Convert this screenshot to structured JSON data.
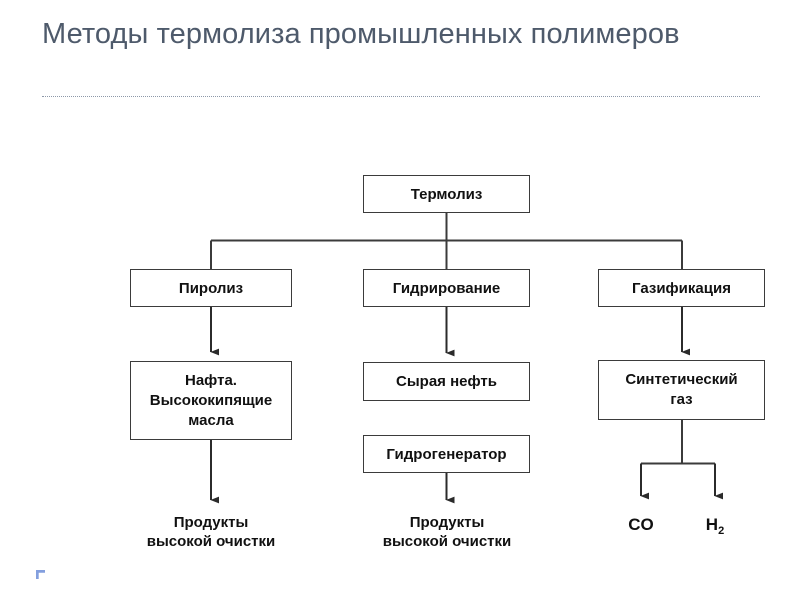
{
  "slide": {
    "title": "Методы термолиза промышленных полимеров",
    "background_color": "#ffffff",
    "title_color": "#4e5a6b",
    "divider_color": "#8d98a8",
    "line_color": "#3b3b3b",
    "text_color": "#111111",
    "accent_color": "#5a7fd4"
  },
  "diagram": {
    "type": "flowchart",
    "root": {
      "label": "Термолиз"
    },
    "branches": [
      {
        "id": "pyrolysis",
        "stage1": "Пиролиз",
        "stage2": "Нафта.\nВысококипящие\nмасла",
        "stage3": "Продукты\nвысокой очистки"
      },
      {
        "id": "hydrogenation",
        "stage1": "Гидрирование",
        "stage2": "Сырая нефть",
        "stage2b": "Гидрогенератор",
        "stage3": "Продукты\nвысокой очистки"
      },
      {
        "id": "gasification",
        "stage1": "Газификация",
        "stage2": "Синтетический\nгаз",
        "products": [
          {
            "formula": "CO",
            "subscript": ""
          },
          {
            "formula": "H",
            "subscript": "2"
          }
        ]
      }
    ]
  }
}
